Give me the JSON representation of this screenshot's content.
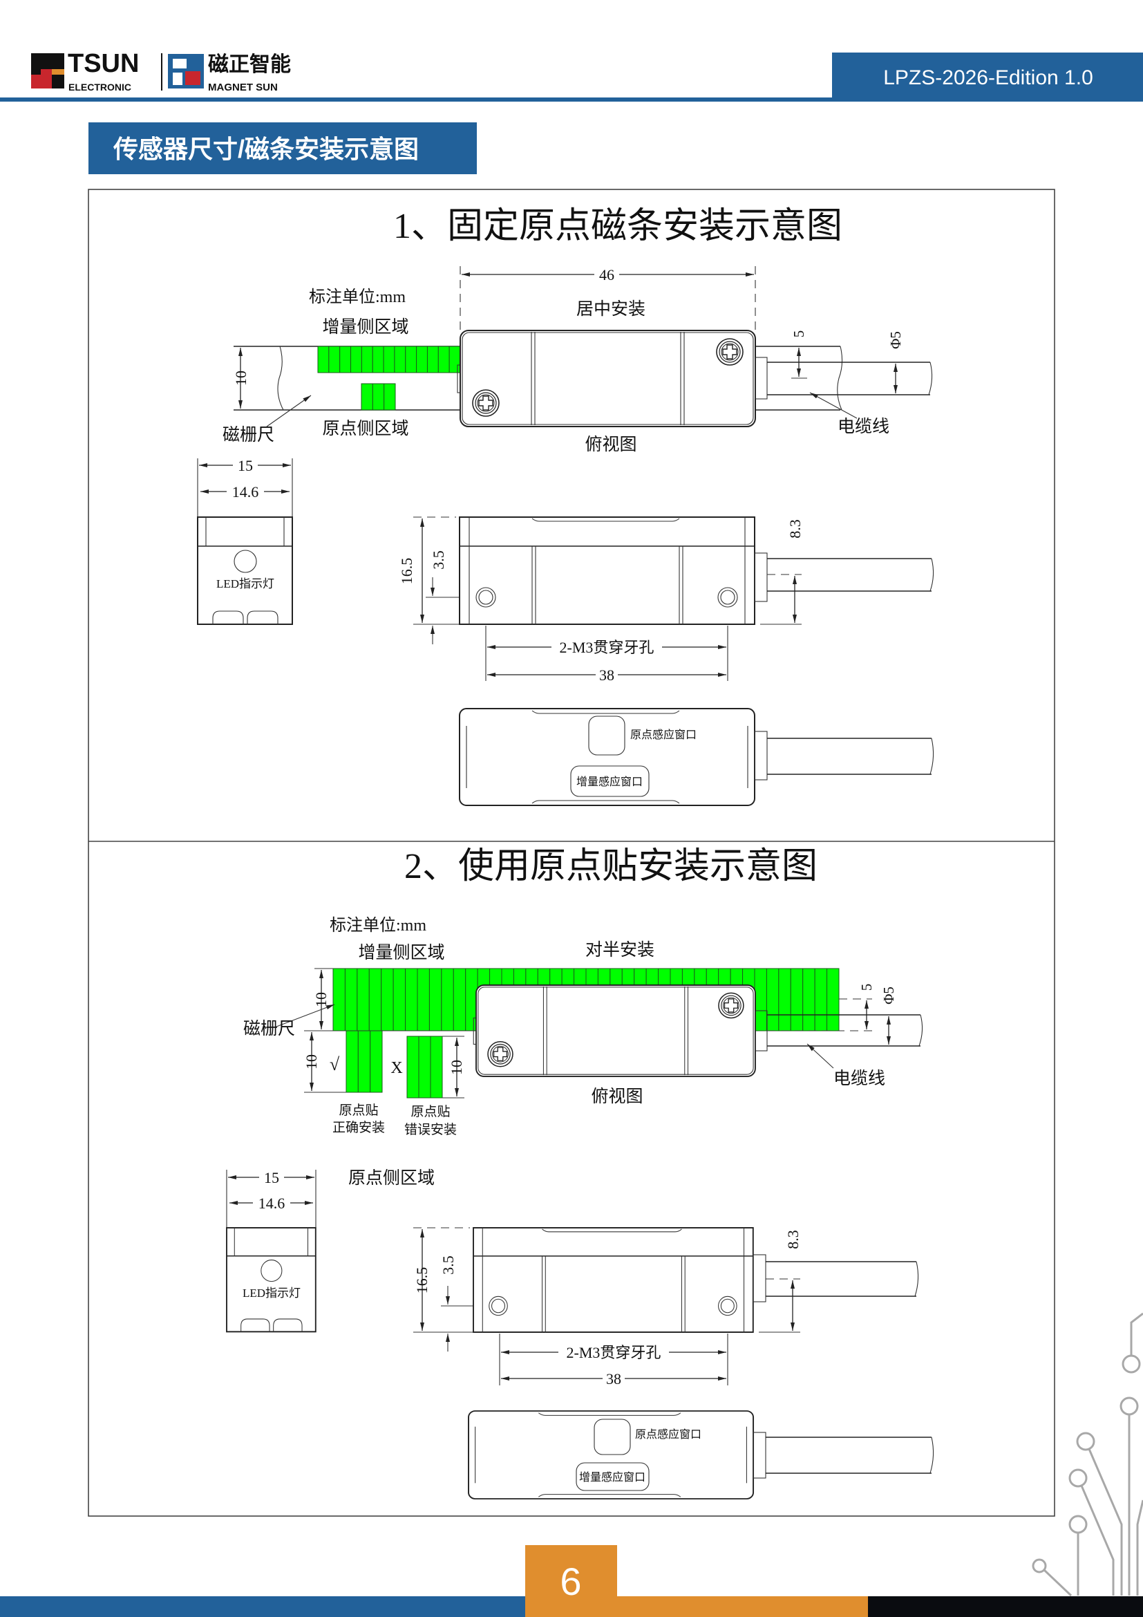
{
  "colors": {
    "brand_blue": "#22619a",
    "accent_orange": "#e08e2e",
    "magnet_green": "#00ff00",
    "footer_black": "#0a0c10"
  },
  "header": {
    "logo_tsun": "TSUN",
    "logo_electronic": "ELECTRONIC",
    "logo_cn": "磁正智能",
    "logo_magnet_sun": "MAGNET SUN",
    "edition": "LPZS-2026-Edition 1.0"
  },
  "section_title": "传感器尺寸/磁条安装示意图",
  "diagram1": {
    "title": "1、固定原点磁条安装示意图",
    "unit_note": "标注单位:mm",
    "center_mount": "居中安装",
    "increment_area": "增量侧区域",
    "origin_area": "原点侧区域",
    "scale_label": "磁栅尺",
    "cable_label": "电缆线",
    "top_view": "俯视图",
    "led_label": "LED指示灯",
    "origin_window": "原点感应窗口",
    "increment_window": "增量感应窗口",
    "dims": {
      "length": "46",
      "strip_width": "10",
      "cable_offset": "5",
      "cable_dia": "Φ5",
      "end_width": "15",
      "end_inner": "14.6",
      "height": "16.5",
      "hole_height": "3.5",
      "cable_height": "8.3",
      "holes": "2-M3贯穿牙孔",
      "hole_span": "38"
    }
  },
  "diagram2": {
    "title": "2、使用原点贴安装示意图",
    "unit_note": "标注单位:mm",
    "half_mount": "对半安装",
    "increment_area": "增量侧区域",
    "origin_area": "原点侧区域",
    "scale_label": "磁栅尺",
    "cable_label": "电缆线",
    "top_view": "俯视图",
    "correct_mark": "√",
    "wrong_mark": "X",
    "sticker": "原点贴",
    "correct_install": "正确安装",
    "wrong_install": "错误安装",
    "led_label": "LED指示灯",
    "origin_window": "原点感应窗口",
    "increment_window": "增量感应窗口",
    "dims": {
      "strip_width": "10",
      "sticker_length": "10",
      "cable_offset": "5",
      "cable_dia": "Φ5",
      "end_width": "15",
      "end_inner": "14.6",
      "height": "16.5",
      "hole_height": "3.5",
      "cable_height": "8.3",
      "holes": "2-M3贯穿牙孔",
      "hole_span": "38"
    }
  },
  "footer": {
    "page_number": "6"
  }
}
